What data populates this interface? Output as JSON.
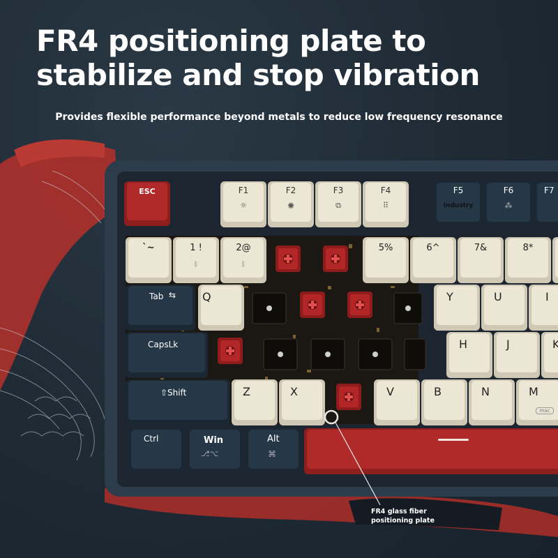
{
  "headline": "FR4 positioning plate to stabilize and stop vibration",
  "subheadline": "Provides flexible performance beyond metals to reduce low frequency resonance",
  "callout": {
    "line1": "FR4 glass fiber",
    "line2": "positioning plate"
  },
  "keys": {
    "esc": "ESC",
    "f1": "F1",
    "f2": "F2",
    "f3": "F3",
    "f4": "F4",
    "f5": "F5",
    "f6": "F6",
    "f7": "F7",
    "f5_sub": "Industry",
    "tilde": "`~",
    "one": "1 !",
    "two": "2@",
    "five": "5%",
    "six": "6^",
    "seven": "7&",
    "eight": "8*",
    "tab": "Tab",
    "q": "Q",
    "y": "Y",
    "u": "U",
    "i": "I",
    "caps": "CapsLk",
    "h": "H",
    "j": "J",
    "k": "K",
    "shift": "⇧Shift",
    "z": "Z",
    "x": "X",
    "v": "V",
    "b": "B",
    "n": "N",
    "m": "M",
    "m_sub": "mac",
    "ctrl": "Ctrl",
    "win": "Win",
    "alt": "Alt",
    "alt_icon": "⌘"
  },
  "colors": {
    "beige": "#ece6d4",
    "navy": "#263848",
    "red": "#b02a2a",
    "case": "#2d3c4a",
    "plate": "#1b1712",
    "gold": "#c8a04a"
  }
}
